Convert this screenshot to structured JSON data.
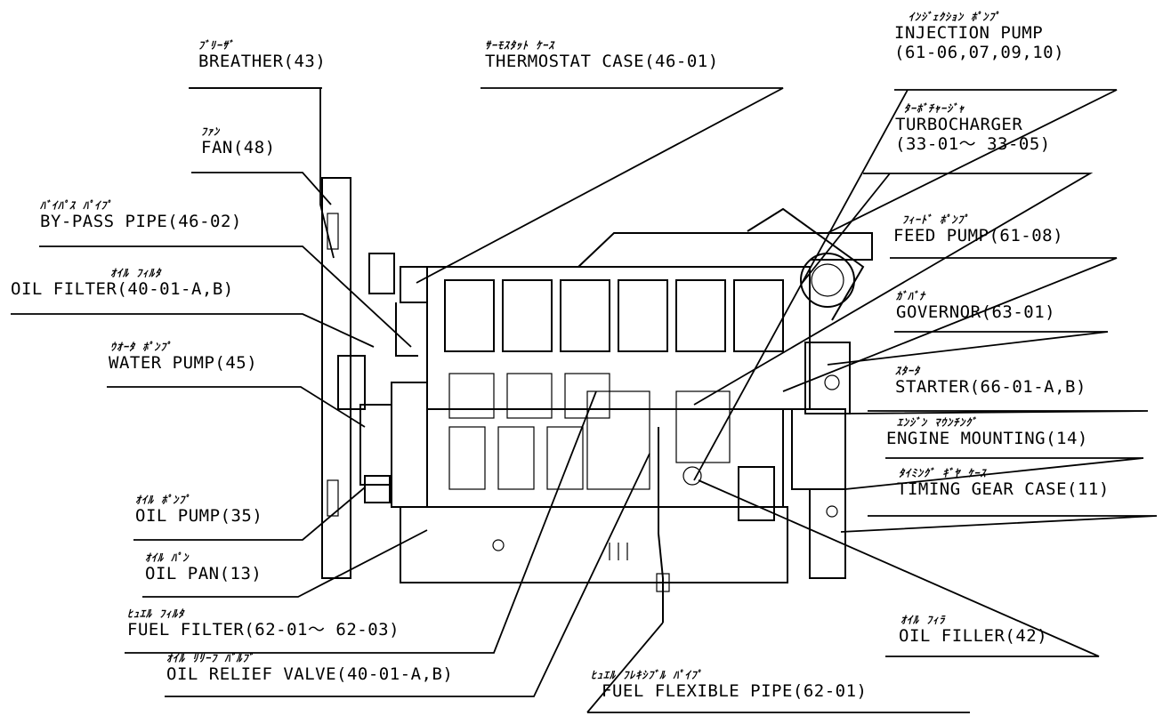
{
  "labels": [
    {
      "id": "breather",
      "jp": "ﾌﾞﾘｰｻﾞ",
      "en": "BREATHER(43)"
    },
    {
      "id": "thermostat",
      "jp": "ｻｰﾓｽﾀｯﾄ ｹｰｽ",
      "en": "THERMOSTAT CASE(46-01)"
    },
    {
      "id": "fan",
      "jp": "ﾌｧﾝ",
      "en": "FAN(48)"
    },
    {
      "id": "bypass",
      "jp": "ﾊﾞｲﾊﾟｽ ﾊﾟｲﾌﾟ",
      "en": "BY-PASS PIPE(46-02)"
    },
    {
      "id": "oilfilter",
      "jp": "ｵｲﾙ ﾌｨﾙﾀ",
      "en": "OIL FILTER(40-01-A,B)"
    },
    {
      "id": "waterpump",
      "jp": "ｳｵｰﾀ ﾎﾟﾝﾌﾟ",
      "en": "WATER PUMP(45)"
    },
    {
      "id": "oilpump",
      "jp": "ｵｲﾙ ﾎﾟﾝﾌﾟ",
      "en": "OIL PUMP(35)"
    },
    {
      "id": "oilpan",
      "jp": "ｵｲﾙ ﾊﾟﾝ",
      "en": "OIL PAN(13)"
    },
    {
      "id": "fuelfilter",
      "jp": "ﾋｭｴﾙ ﾌｨﾙﾀ",
      "en": "FUEL FILTER(62-01～ 62-03)"
    },
    {
      "id": "reliefvalve",
      "jp": "ｵｲﾙ ﾘﾘｰﾌ ﾊﾞﾙﾌﾞ",
      "en": "OIL RELIEF VALVE(40-01-A,B)"
    },
    {
      "id": "flexpipe",
      "jp": "ﾋｭｴﾙ ﾌﾚｷｼﾌﾞﾙ ﾊﾟｲﾌﾟ",
      "en": "FUEL FLEXIBLE PIPE(62-01)"
    },
    {
      "id": "injection",
      "jp": "ｲﾝｼﾞｪｸｼｮﾝ ﾎﾟﾝﾌﾟ",
      "en": "INJECTION PUMP",
      "en2": "(61-06,07,09,10)"
    },
    {
      "id": "turbo",
      "jp": "ﾀｰﾎﾞﾁｬｰｼﾞｬ",
      "en": "TURBOCHARGER",
      "en2": "(33-01～ 33-05)"
    },
    {
      "id": "feedpump",
      "jp": "ﾌｨｰﾄﾞ ﾎﾟﾝﾌﾟ",
      "en": "FEED PUMP(61-08)"
    },
    {
      "id": "governor",
      "jp": "ｶﾞﾊﾞﾅ",
      "en": "GOVERNOR(63-01)"
    },
    {
      "id": "starter",
      "jp": "ｽﾀｰﾀ",
      "en": "STARTER(66-01-A,B)"
    },
    {
      "id": "mounting",
      "jp": "ｴﾝｼﾞﾝ ﾏｳﾝﾁﾝｸﾞ",
      "en": "ENGINE MOUNTING(14)"
    },
    {
      "id": "timinggear",
      "jp": "ﾀｲﾐﾝｸﾞ ｷﾞﾔ ｹｰｽ",
      "en": "TIMING GEAR CASE(11)"
    },
    {
      "id": "oilfiller",
      "jp": "ｵｲﾙ ﾌｨﾗ",
      "en": "OIL FILLER(42)"
    }
  ]
}
